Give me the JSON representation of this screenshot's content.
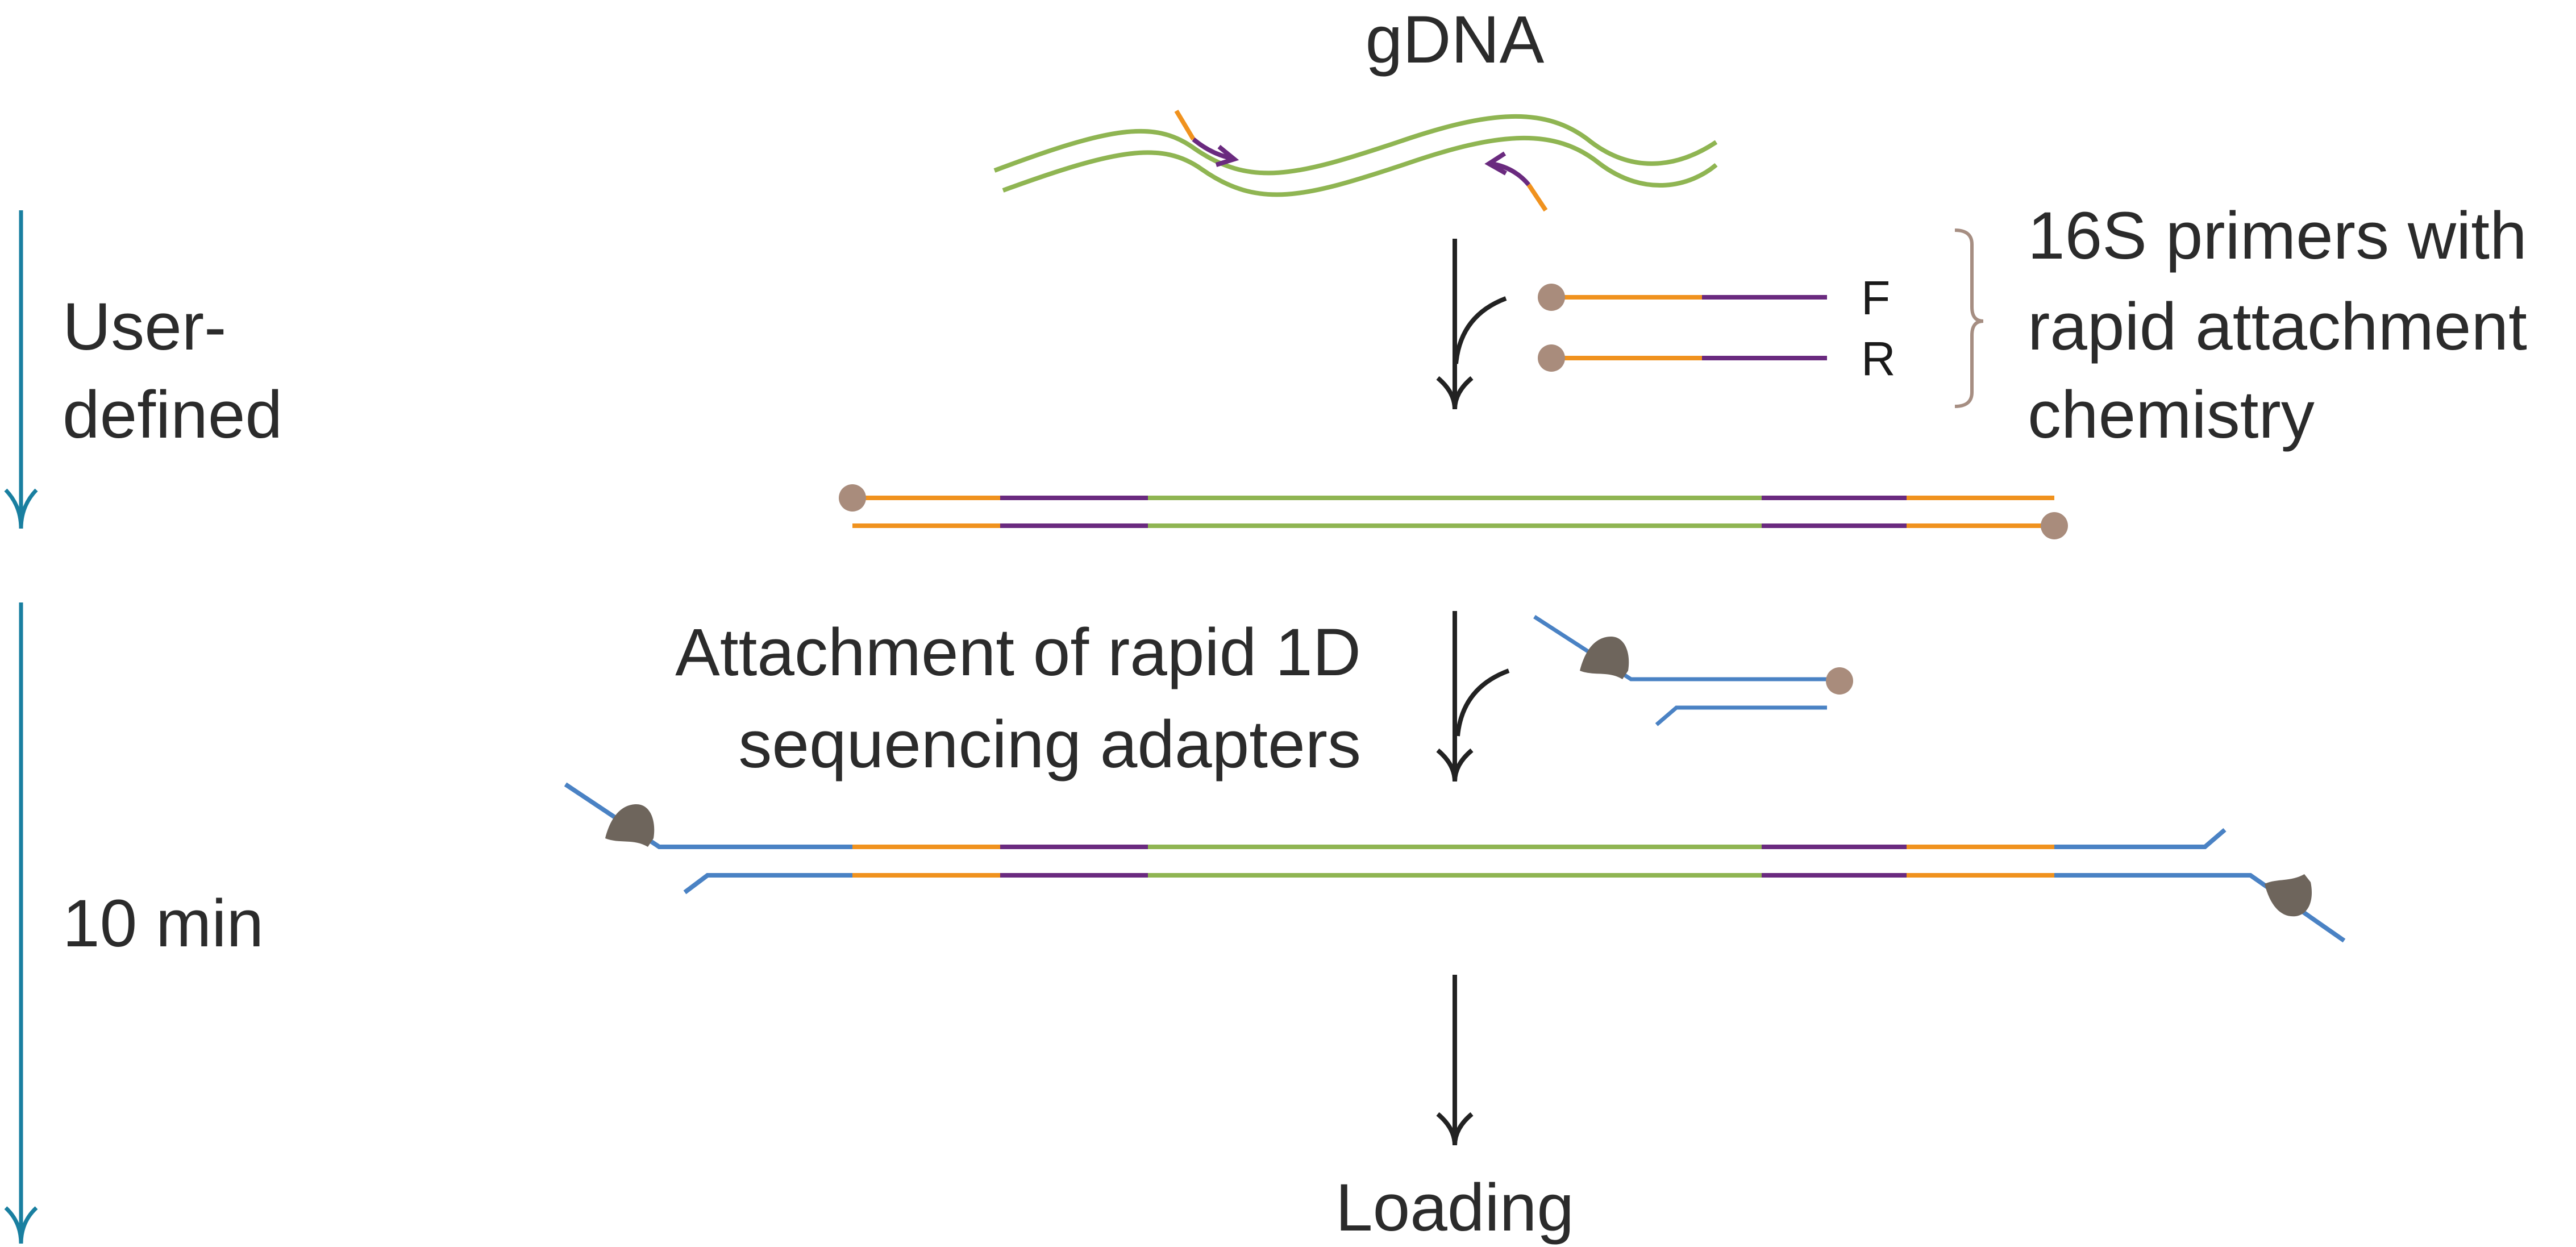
{
  "labels": {
    "gdna": "gDNA",
    "primers_line1": "16S primers with",
    "primers_line2": "rapid attachment",
    "primers_line3": "chemistry",
    "forward": "F",
    "reverse": "R",
    "attach_line1": "Attachment of rapid 1D",
    "attach_line2": "sequencing adapters",
    "loading": "Loading"
  },
  "timeline": {
    "stage1_line1": "User-",
    "stage1_line2": "defined",
    "stage2": "10 min"
  },
  "colors": {
    "dna": "#8fb552",
    "primer_tag": "#f0921e",
    "primer_seq": "#6a2a7f",
    "adapter": "#4a82c4",
    "motor_protein": "#6e655c",
    "attachment_bead": "#a98c7c",
    "timeline_arrow": "#197fa0",
    "flow_arrow": "#222222",
    "bracket": "#a68e82"
  }
}
